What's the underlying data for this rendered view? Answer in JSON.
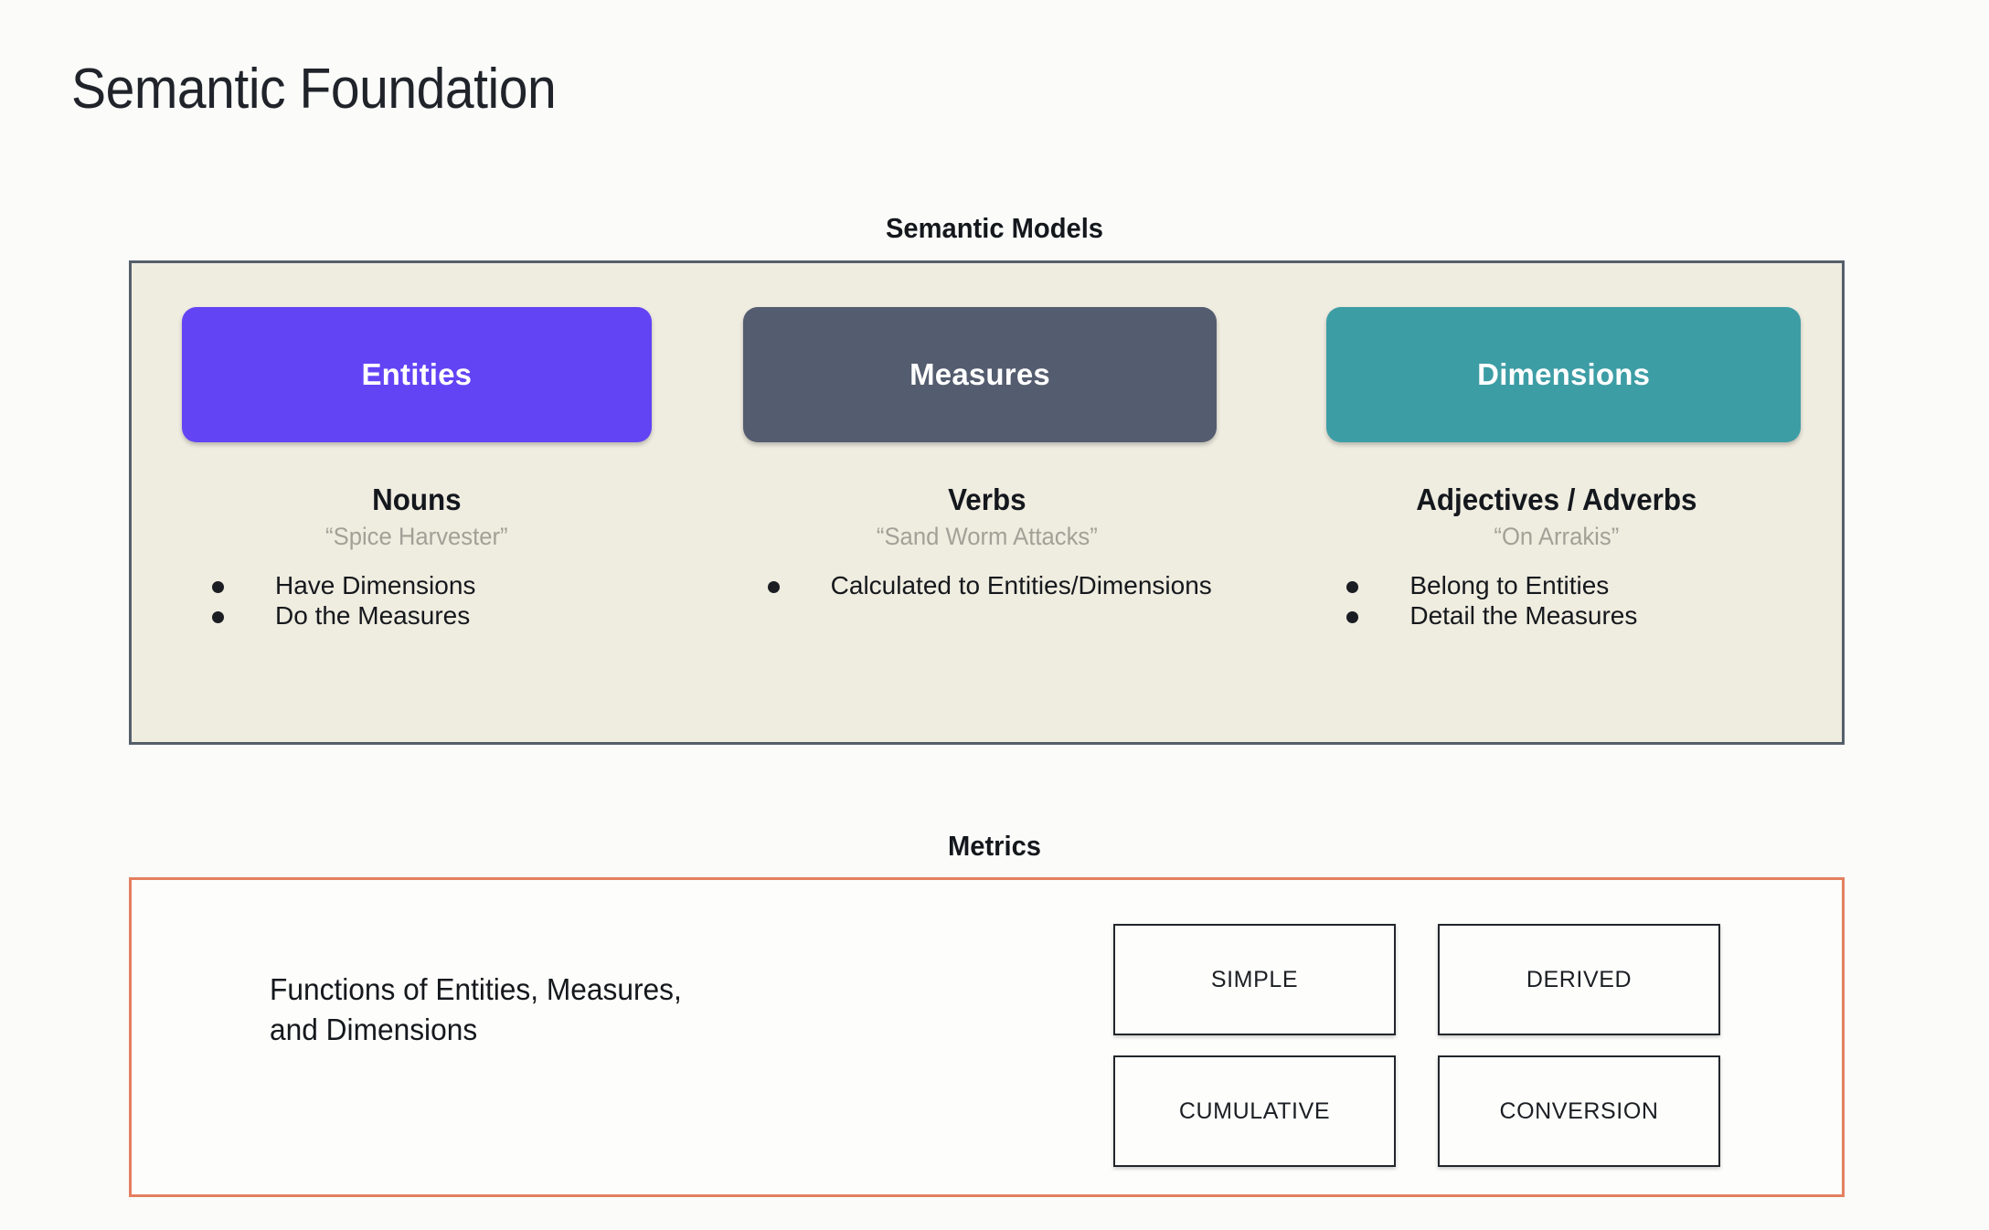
{
  "slide": {
    "title": "Semantic Foundation",
    "background_color": "#fbfcfa"
  },
  "semantic_models": {
    "header": "Semantic Models",
    "panel_fill": "#efece0",
    "panel_border": "#555f6b",
    "columns": [
      {
        "card_label": "Entities",
        "card_color": "#6344f5",
        "part_of_speech": "Nouns",
        "example": "“Spice Harvester”",
        "bullets": [
          "Have Dimensions",
          "Do the Measures"
        ]
      },
      {
        "card_label": "Measures",
        "card_color": "#545c6f",
        "part_of_speech": "Verbs",
        "example": "“Sand Worm Attacks”",
        "bullets": [
          "Calculated to Entities/Dimensions"
        ]
      },
      {
        "card_label": "Dimensions",
        "card_color": "#3d9da5",
        "part_of_speech": "Adjectives / Adverbs",
        "example": "“On Arrakis”",
        "bullets": [
          "Belong to Entities",
          "Detail the Measures"
        ]
      }
    ]
  },
  "metrics": {
    "header": "Metrics",
    "panel_border": "#e38060",
    "description": "Functions of Entities, Measures, and Dimensions",
    "description_line1": "Functions of Entities, Measures,",
    "description_line2": "and Dimensions",
    "types": [
      "SIMPLE",
      "DERIVED",
      "CUMULATIVE",
      "CONVERSION"
    ]
  }
}
